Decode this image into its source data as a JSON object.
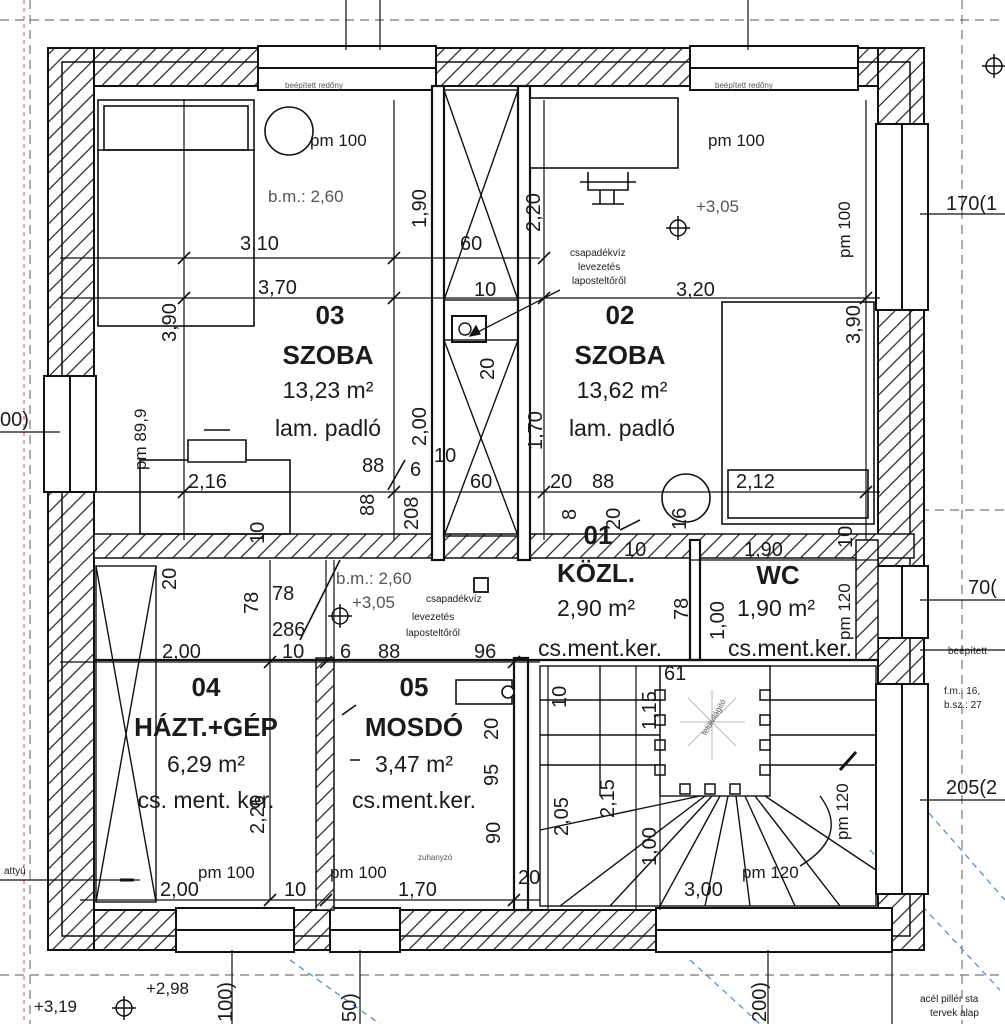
{
  "rooms": [
    {
      "id": "03",
      "name": "SZOBA",
      "area": "13,23 m²",
      "floor": "lam. padló"
    },
    {
      "id": "02",
      "name": "SZOBA",
      "area": "13,62 m²",
      "floor": "lam. padló"
    },
    {
      "id": "01",
      "name": "KÖZL.",
      "area": "2,90 m²",
      "floor": "cs.ment.ker."
    },
    {
      "id": "",
      "name": "WC",
      "area": "1,90 m²",
      "floor": "cs.ment.ker."
    },
    {
      "id": "04",
      "name": "HÁZT.+GÉP",
      "area": "6,29 m²",
      "floor": "cs. ment. ker."
    },
    {
      "id": "05",
      "name": "MOSDÓ",
      "area": "3,47 m²",
      "floor": "cs.ment.ker."
    }
  ],
  "notes": {
    "pm100": "pm 100",
    "pm120": "pm 120",
    "pm899": "pm 89,9",
    "bm_260": "b.m.: 2,60",
    "bm_260b": "b.m.: 2,60",
    "lvl_305": "+3,05",
    "lvl_305b": "+3,05",
    "lvl_298": "+2,98",
    "lvl_319": "+3,19",
    "rain_1": "csapadékvíz",
    "rain_2": "levezetés",
    "rain_3": "laposteltőről",
    "blind": "beépített redőny",
    "shower": "zuhanyzó",
    "skylight": "felülvilágító",
    "fm": "f.m.: 16,",
    "bsz": "b.sz.: 27",
    "beepitett": "beépített",
    "acel_1": "acél pillér sta",
    "acel_2": "tervek alap",
    "tyu": "attyú"
  },
  "dims": {
    "d310": "3,10",
    "d370": "3,70",
    "d390": "3,90",
    "d390b": "3,90",
    "d320": "3,20",
    "d60": "60",
    "d60b": "60",
    "d10": "10",
    "d10b": "10",
    "d10c": "10",
    "d10d": "10",
    "d10e": "10",
    "d10f": "10",
    "d190": "1,90",
    "d190b": "1,90",
    "d220": "2,20",
    "d200": "2,00",
    "d200b": "2,00",
    "d200c": "2,00",
    "d170": "1,70",
    "d170b": "1,70",
    "d216": "2,16",
    "d212": "2,12",
    "d88": "88",
    "d88b": "88",
    "d88c": "88",
    "d20": "20",
    "d20b": "20",
    "d20c": "20",
    "d20d": "20",
    "d6": "6",
    "d6b": "6",
    "d8": "8",
    "d208": "208",
    "d78": "78",
    "d78b": "78",
    "d78c": "78",
    "d286": "286",
    "d96": "96",
    "d16": "16",
    "d100": "1,00",
    "d100b": "1,00",
    "d90": "90",
    "d95": "95",
    "d115": "1,15",
    "d215": "2,15",
    "d205": "2,05",
    "d226": "2,26",
    "d300": "3,00",
    "d61": "61",
    "d170r": "170(1",
    "d70r": "70(",
    "d205r": "205(2",
    "d00l": "00)",
    "d100bot": "100)",
    "d50bot": "50)",
    "d200bot": "200)"
  }
}
